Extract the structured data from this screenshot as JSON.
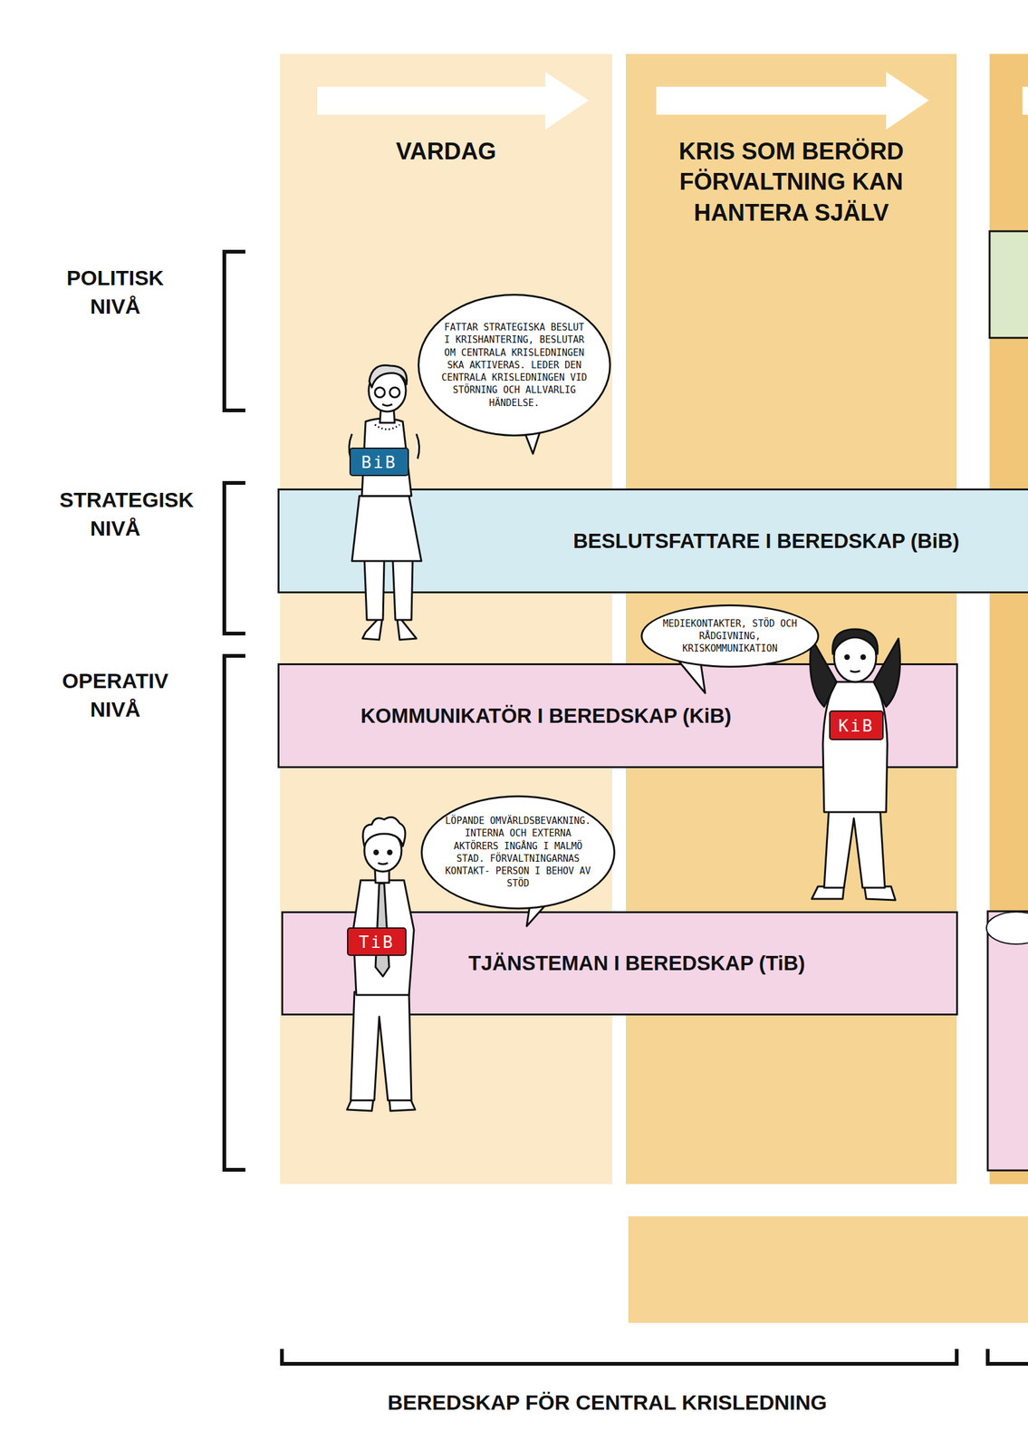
{
  "diagram": {
    "nodes": [
      {
        "text": [
          "VARDAG"
        ]
      },
      {
        "text": [
          "KRIS SOM BERÖRD FÖRVALTNING KAN HANTERA SJÄLV"
        ]
      },
      {
        "text": [
          "FATTAR STRATEGISKA BESLUT I KRISHANTERING, BESLUTAR OM CENTRALA KRISLEDNINGEN SKA AKTIVERAS. LEDER DEN CENTRALA KRISLEDNINGEN VID STÖRNING OCH ALLVARLIG HÄNDELSE."
        ]
      },
      {
        "text": [
          "BiB"
        ]
      },
      {
        "text": [
          "BESLUTSFATTARE I BEREDSKAP (BiB)"
        ]
      },
      {
        "text": [
          "MEDIEKONTAKTER, STÖD OCH RÅDGIVNING, KRISKOMMUNIKATION"
        ]
      },
      {
        "text": [
          "KOMMUNIKATÖR I BEREDSKAP (KiB)"
        ]
      },
      {
        "text": [
          "KiB"
        ]
      },
      {
        "text": [
          "LÖPANDE OMVÄRLDSBEVAKNING. INTERNA OCH EXTERNA AKTÖRERS INGÅNG I MALMÖ STAD. FÖRVALTNINGARNAS KONTAKT- PERSON I BEHOV AV STÖD"
        ]
      },
      {
        "text": [
          "TiB"
        ]
      },
      {
        "text": [
          "TJÄNSTEMAN I BEREDSKAP (TiB)"
        ]
      }
    ],
    "labels": [
      "POLITISK NIVÅ",
      "STRATEGISK NIVÅ",
      "OPERATIV NIVÅ",
      "BEREDSKAP FÖR CENTRAL KRISLEDNING"
    ]
  }
}
